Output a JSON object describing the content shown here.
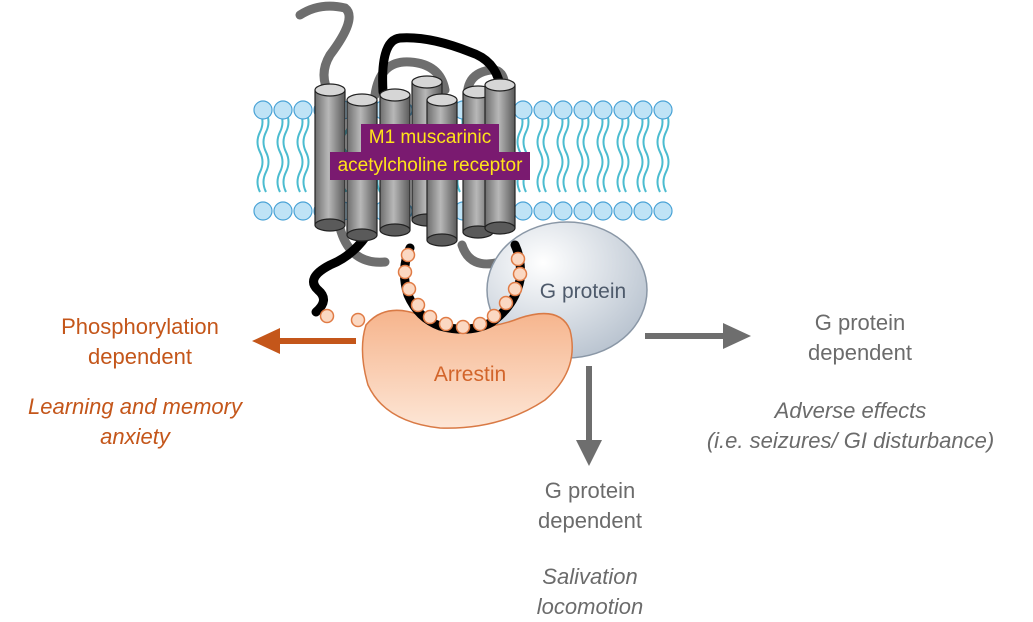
{
  "receptor": {
    "line1": "M1 muscarinic",
    "line2": "acetylcholine receptor"
  },
  "g_protein_label": "G protein",
  "arrestin_label": "Arrestin",
  "left_outcome": {
    "heading_line1": "Phosphorylation",
    "heading_line2": "dependent",
    "effects_line1": "Learning and memory",
    "effects_line2": "anxiety",
    "color": "#c4561a"
  },
  "right_outcome": {
    "heading_line1": "G protein",
    "heading_line2": "dependent",
    "effects_line1": "Adverse effects",
    "effects_line2": "(i.e. seizures/ GI disturbance)",
    "color": "#6b6b6b"
  },
  "bottom_outcome": {
    "heading_line1": "G protein",
    "heading_line2": "dependent",
    "effects_line1": "Salivation",
    "effects_line2": "locomotion",
    "color": "#6b6b6b"
  },
  "colors": {
    "receptor_label_bg": "#7a1a70",
    "receptor_label_text": "#ffe41a",
    "membrane_head": "#bfe3f6",
    "membrane_tail": "#4cbcd0",
    "arrestin": "#f2a57a",
    "g_protein": "#c8d1db"
  }
}
